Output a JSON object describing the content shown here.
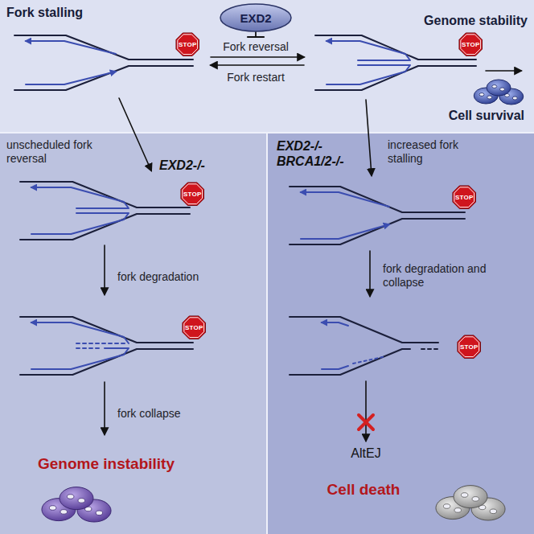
{
  "diagram": {
    "nodes": [
      {
        "text": [
          "Fork stalling",
          "Fork reversal",
          "Fork restart",
          "Genome stability",
          "Cell survival"
        ]
      },
      {
        "text": [
          "EXD2"
        ],
        "in": 0
      },
      {
        "text": [
          "STOP"
        ],
        "in": 0
      },
      {
        "text": [
          "STOP"
        ],
        "in": 0
      },
      {
        "text": [
          "unscheduled fork reversal",
          "EXD2-/-",
          "fork degradation",
          "fork collapse",
          "Genome instability"
        ]
      },
      {
        "text": [
          "STOP"
        ],
        "in": 4
      },
      {
        "text": [
          "STOP"
        ],
        "in": 4
      },
      {
        "text": [
          "EXD2-/- BRCA1/2-/-",
          "increased fork stalling",
          "fork degradation and collapse",
          "AltEJ",
          "Cell death"
        ]
      },
      {
        "text": [
          "STOP"
        ],
        "in": 7
      },
      {
        "text": [
          "STOP"
        ],
        "in": 7
      }
    ]
  }
}
